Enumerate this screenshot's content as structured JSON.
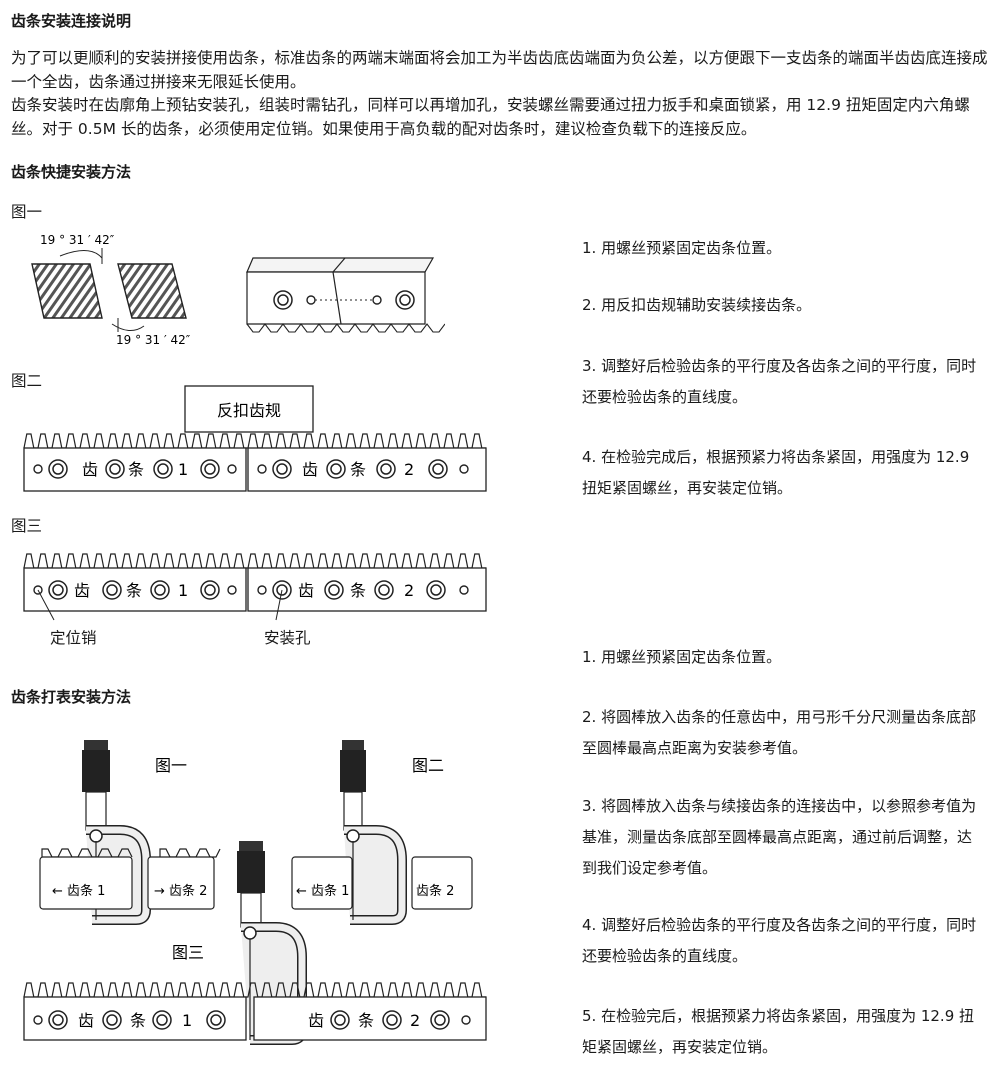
{
  "section1": {
    "heading": "齿条安装连接说明",
    "para1": "为了可以更顺利的安装拼接使用齿条，标准齿条的两端末端面将会加工为半齿齿底齿端面为负公差，以方便跟下一支齿条的端面半齿齿底连接成一个全齿，齿条通过拼接来无限延长使用。",
    "para2": "齿条安装时在齿廓角上预钻安装孔，组装时需钻孔，同样可以再增加孔，安装螺丝需要通过扭力扳手和桌面锁紧，用 12.9 扭矩固定内六角螺丝。对于 0.5M 长的齿条，必须使用定位销。如果使用于高负载的配对齿条时，建议检查负载下的连接反应。"
  },
  "section2": {
    "heading": "齿条快捷安装方法",
    "fig1_label": "图一",
    "angle_top": "19 ° 31 ′ 42″",
    "angle_bottom": "19 ° 31 ′ 42″",
    "fig2_label": "图二",
    "gauge_label": "反扣齿规",
    "fig3_label": "图三",
    "rack1_text": [
      "齿",
      "条",
      "1"
    ],
    "rack2_text": [
      "齿",
      "条",
      "2"
    ],
    "pin_label": "定位销",
    "hole_label": "安装孔",
    "steps": [
      "1. 用螺丝预紧固定齿条位置。",
      "2. 用反扣齿规辅助安装续接齿条。",
      "3. 调整好后检验齿条的平行度及各齿条之间的平行度，同时还要检验齿条的直线度。",
      "4. 在检验完成后，根据预紧力将齿条紧固，用强度为 12.9 扭矩紧固螺丝，再安装定位销。"
    ]
  },
  "section3": {
    "heading": "齿条打表安装方法",
    "fig1_label": "图一",
    "fig2_label": "图二",
    "fig3_label": "图三",
    "arrow_left": "齿条 1",
    "arrow_right": "齿条 2",
    "steps": [
      "1. 用螺丝预紧固定齿条位置。",
      "2. 将圆棒放入齿条的任意齿中，用弓形千分尺测量齿条底部至圆棒最高点距离为安装参考值。",
      "3. 将圆棒放入齿条与续接齿条的连接齿中，以参照参考值为基准，测量齿条底部至圆棒最高点距离，通过前后调整，达到我们设定参考值。",
      "4. 调整好后检验齿条的平行度及各齿条之间的平行度，同时还要检验齿条的直线度。",
      "5. 在检验完后，根据预紧力将齿条紧固，用强度为 12.9 扭矩紧固螺丝，再安装定位销。"
    ]
  }
}
